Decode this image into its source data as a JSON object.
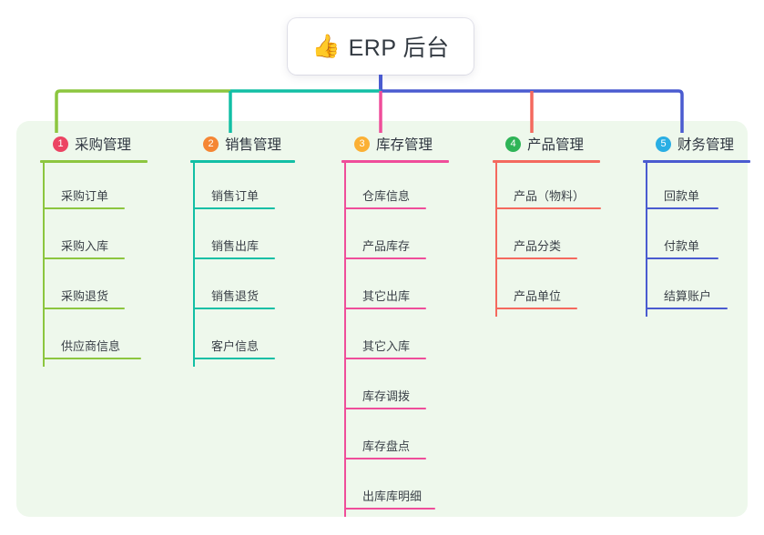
{
  "root": {
    "emoji": "👍",
    "emoji_name": "thumbs-up-icon",
    "title": "ERP 后台"
  },
  "colors": {
    "panel_bg": "#eef8ec",
    "root_text": "#333a42",
    "leaf_text": "#3b4148",
    "trunk": "#4a5bd0",
    "bar_left": "#8cc63f",
    "bar_mid": "#12bfa5",
    "bar_right": "#4a5bd0"
  },
  "columns": [
    {
      "index": "1",
      "title": "采购管理",
      "badge_color": "#ec4463",
      "line_color": "#8cc63f",
      "rule_width": 118,
      "items": [
        {
          "label": "采购订单",
          "rule_width": 90
        },
        {
          "label": "采购入库",
          "rule_width": 90
        },
        {
          "label": "采购退货",
          "rule_width": 90
        },
        {
          "label": "供应商信息",
          "rule_width": 108
        }
      ]
    },
    {
      "index": "2",
      "title": "销售管理",
      "badge_color": "#f58634",
      "line_color": "#12bfa5",
      "rule_width": 115,
      "items": [
        {
          "label": "销售订单",
          "rule_width": 90
        },
        {
          "label": "销售出库",
          "rule_width": 90
        },
        {
          "label": "销售退货",
          "rule_width": 90
        },
        {
          "label": "客户信息",
          "rule_width": 90
        }
      ]
    },
    {
      "index": "3",
      "title": "库存管理",
      "badge_color": "#fbb034",
      "line_color": "#ef4d9a",
      "rule_width": 118,
      "items": [
        {
          "label": "仓库信息",
          "rule_width": 90
        },
        {
          "label": "产品库存",
          "rule_width": 90
        },
        {
          "label": "其它出库",
          "rule_width": 90
        },
        {
          "label": "其它入库",
          "rule_width": 90
        },
        {
          "label": "库存调拨",
          "rule_width": 90
        },
        {
          "label": "库存盘点",
          "rule_width": 90
        },
        {
          "label": "出库库明细",
          "rule_width": 100
        }
      ]
    },
    {
      "index": "4",
      "title": "产品管理",
      "badge_color": "#2eb457",
      "line_color": "#f4695e",
      "rule_width": 118,
      "items": [
        {
          "label": "产品（物料）",
          "rule_width": 116
        },
        {
          "label": "产品分类",
          "rule_width": 90
        },
        {
          "label": "产品单位",
          "rule_width": 90
        }
      ]
    },
    {
      "index": "5",
      "title": "财务管理",
      "badge_color": "#29aee4",
      "line_color": "#4a5bd0",
      "rule_width": 118,
      "items": [
        {
          "label": "回款单",
          "rule_width": 80
        },
        {
          "label": "付款单",
          "rule_width": 80
        },
        {
          "label": "结算账户",
          "rule_width": 90
        }
      ]
    }
  ]
}
